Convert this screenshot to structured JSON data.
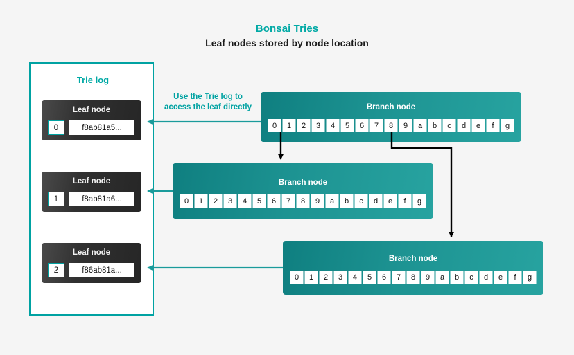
{
  "header": {
    "title": "Bonsai Tries",
    "subtitle": "Leaf nodes stored by node location"
  },
  "colors": {
    "accent_teal": "#00a9a5",
    "branch_teal": "#1d9392",
    "leaf_dark": "#2b2b2b",
    "background": "#f5f5f5",
    "arrow_black": "#000000"
  },
  "trie_log": {
    "title": "Trie log",
    "leaf_nodes": [
      {
        "label": "Leaf node",
        "index": "0",
        "hash": "f8ab81a5..."
      },
      {
        "label": "Leaf node",
        "index": "1",
        "hash": "f8ab81a6..."
      },
      {
        "label": "Leaf node",
        "index": "2",
        "hash": "f86ab81a..."
      }
    ]
  },
  "annotation": {
    "line1": "Use the Trie log to",
    "line2": "access the leaf directly"
  },
  "branch_nodes": [
    {
      "label": "Branch node",
      "nibbles": [
        "0",
        "1",
        "2",
        "3",
        "4",
        "5",
        "6",
        "7",
        "8",
        "9",
        "a",
        "b",
        "c",
        "d",
        "e",
        "f",
        "g"
      ]
    },
    {
      "label": "Branch node",
      "nibbles": [
        "0",
        "1",
        "2",
        "3",
        "4",
        "5",
        "6",
        "7",
        "8",
        "9",
        "a",
        "b",
        "c",
        "d",
        "e",
        "f",
        "g"
      ]
    },
    {
      "label": "Branch node",
      "nibbles": [
        "0",
        "1",
        "2",
        "3",
        "4",
        "5",
        "6",
        "7",
        "8",
        "9",
        "a",
        "b",
        "c",
        "d",
        "e",
        "f",
        "g"
      ]
    }
  ]
}
